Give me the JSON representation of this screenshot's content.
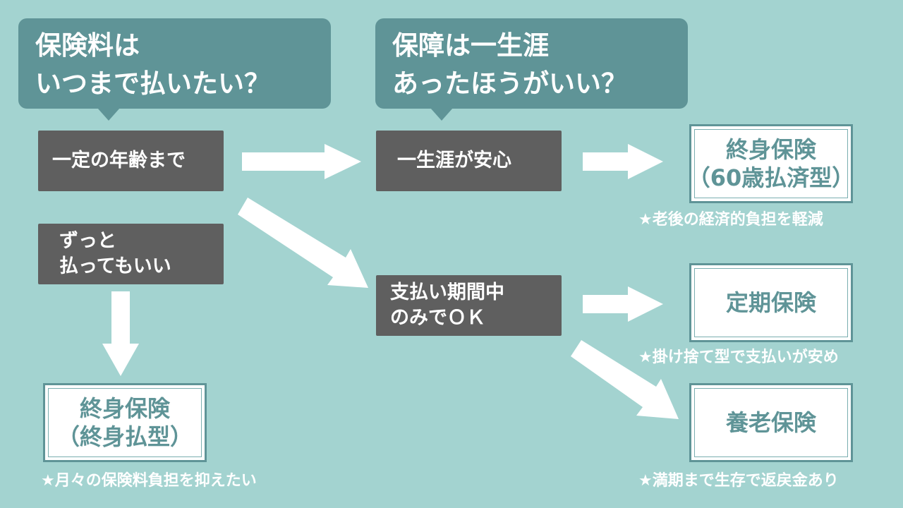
{
  "colors": {
    "background": "#a3d3d0",
    "bubble": "#5f9497",
    "dark_box": "#5f5f5f",
    "result_text": "#5f9497",
    "arrow": "#ffffff"
  },
  "questions": {
    "premium": {
      "line1": "保険料は",
      "line2": "いつまで払いたい？"
    },
    "coverage": {
      "line1": "保障は一生涯",
      "line2": "あったほうがいい？"
    }
  },
  "options": {
    "until_age": "一定の年齢まで",
    "forever_pay": {
      "line1": "ずっと",
      "line2": "払ってもいい"
    },
    "lifetime_secure": "一生涯が安心",
    "payment_period_only": {
      "line1": "支払い期間中",
      "line2": "のみでＯＫ"
    }
  },
  "results": {
    "whole_life_60": {
      "line1": "終身保険",
      "line2": "（60歳払済型）"
    },
    "whole_life_lifetime": {
      "line1": "終身保険",
      "line2": "（終身払型）"
    },
    "term": {
      "line1": "定期保険"
    },
    "endowment": {
      "line1": "養老保険"
    }
  },
  "notes": {
    "whole_life_60": "★老後の経済的負担を軽減",
    "whole_life_lifetime": "★月々の保険料負担を抑えたい",
    "term": "★掛け捨て型で支払いが安め",
    "endowment": "★満期まで生存で返戻金あり"
  }
}
